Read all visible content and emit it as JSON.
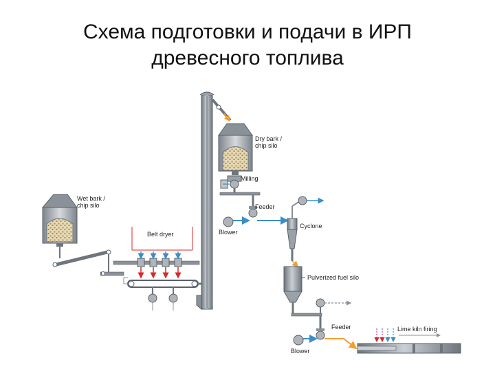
{
  "title": {
    "line1": "Схема подготовки и подачи в ИРП",
    "line2": "древесного топлива"
  },
  "labels": {
    "dry_silo_l1": "Dry bark /",
    "dry_silo_l2": "chip silo",
    "milling": "Milling",
    "feeder_top": "Feeder",
    "blower_top": "Blower",
    "cyclone": "Cyclone",
    "wet_silo_l1": "Wet bark /",
    "wet_silo_l2": "chip silo",
    "belt_dryer": "Belt dryer",
    "pulverized_silo": "Pulverized fuel silo",
    "feeder_bottom": "Feeder",
    "blower_bottom": "Blower",
    "lime_kiln": "Lime kiln firing"
  },
  "colors": {
    "steel": "#8a9199",
    "steel_dark": "#5a6068",
    "air_blue": "#3a8ec8",
    "flow_orange": "#f0a030",
    "hot_red": "#d8282a",
    "chips": "#d8c8a0"
  }
}
